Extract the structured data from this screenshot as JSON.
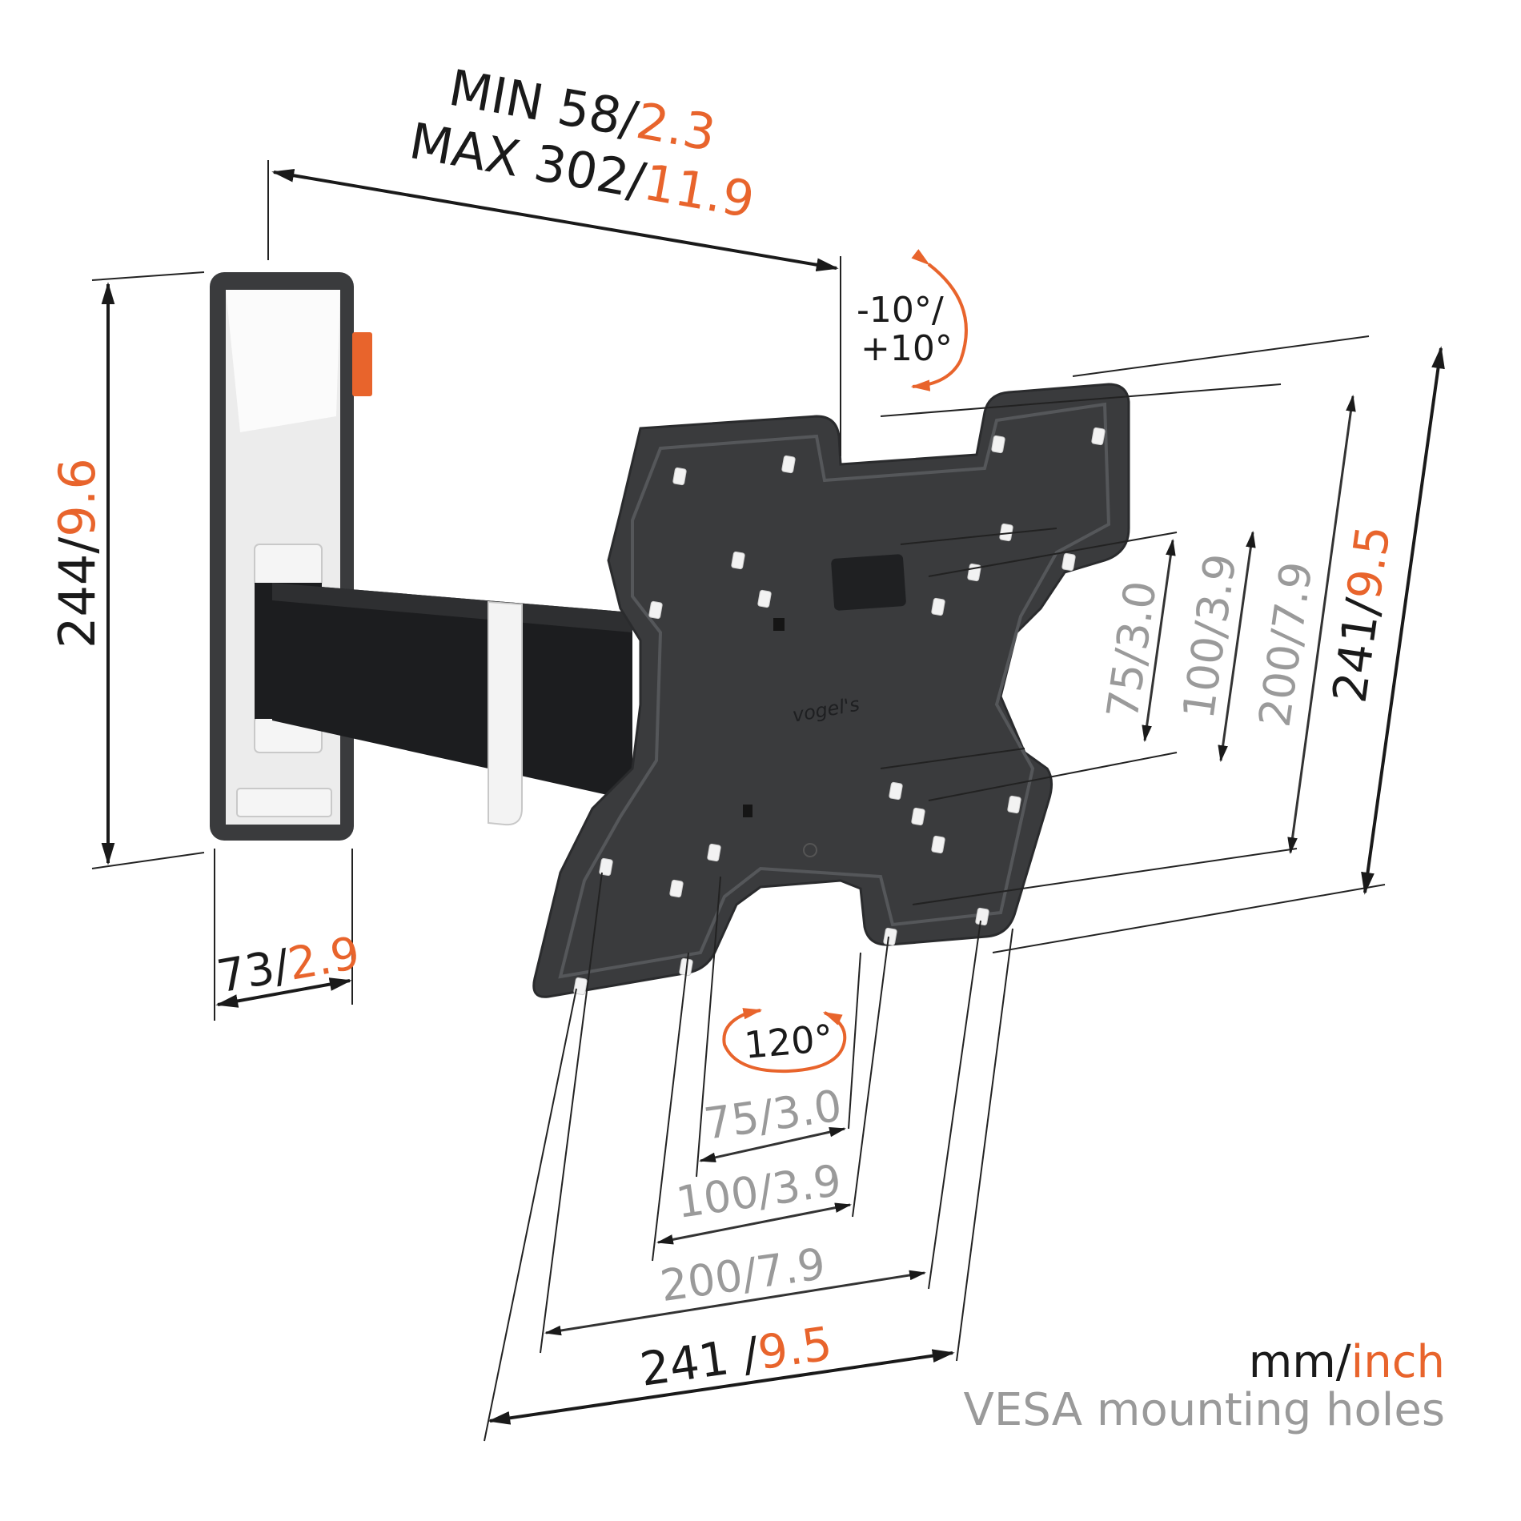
{
  "units": {
    "mm_label": "mm/",
    "inch_label": "inch",
    "caption": "VESA mounting holes"
  },
  "depth": {
    "min_prefix": "MIN 58/",
    "min_inch": "2.3",
    "max_prefix": "MAX 302/",
    "max_inch": "11.9"
  },
  "wall_plate": {
    "height_mm": "244/",
    "height_inch": "9.6",
    "width_mm": "73/",
    "width_inch": "2.9"
  },
  "tilt": {
    "line1": "-10°/",
    "line2": "+10°"
  },
  "swivel": {
    "label": "120°"
  },
  "vesa_vertical": [
    {
      "mm": "75/",
      "inch": "3.0"
    },
    {
      "mm": "100/",
      "inch": "3.9"
    },
    {
      "mm": "200/",
      "inch": "7.9"
    },
    {
      "mm": "241/",
      "inch": "9.5"
    }
  ],
  "vesa_horizontal": [
    {
      "mm": "75/",
      "inch": "3.0"
    },
    {
      "mm": "100/",
      "inch": "3.9"
    },
    {
      "mm": "200/",
      "inch": "7.9"
    },
    {
      "mm": "241 /",
      "inch": "9.5"
    }
  ],
  "brand_logo": "vogel's",
  "colors": {
    "accent_orange": "#e8642c",
    "plate_dark": "#3a3b3d",
    "label_grey": "#9a9a9a",
    "label_dark": "#1a1a1a"
  }
}
